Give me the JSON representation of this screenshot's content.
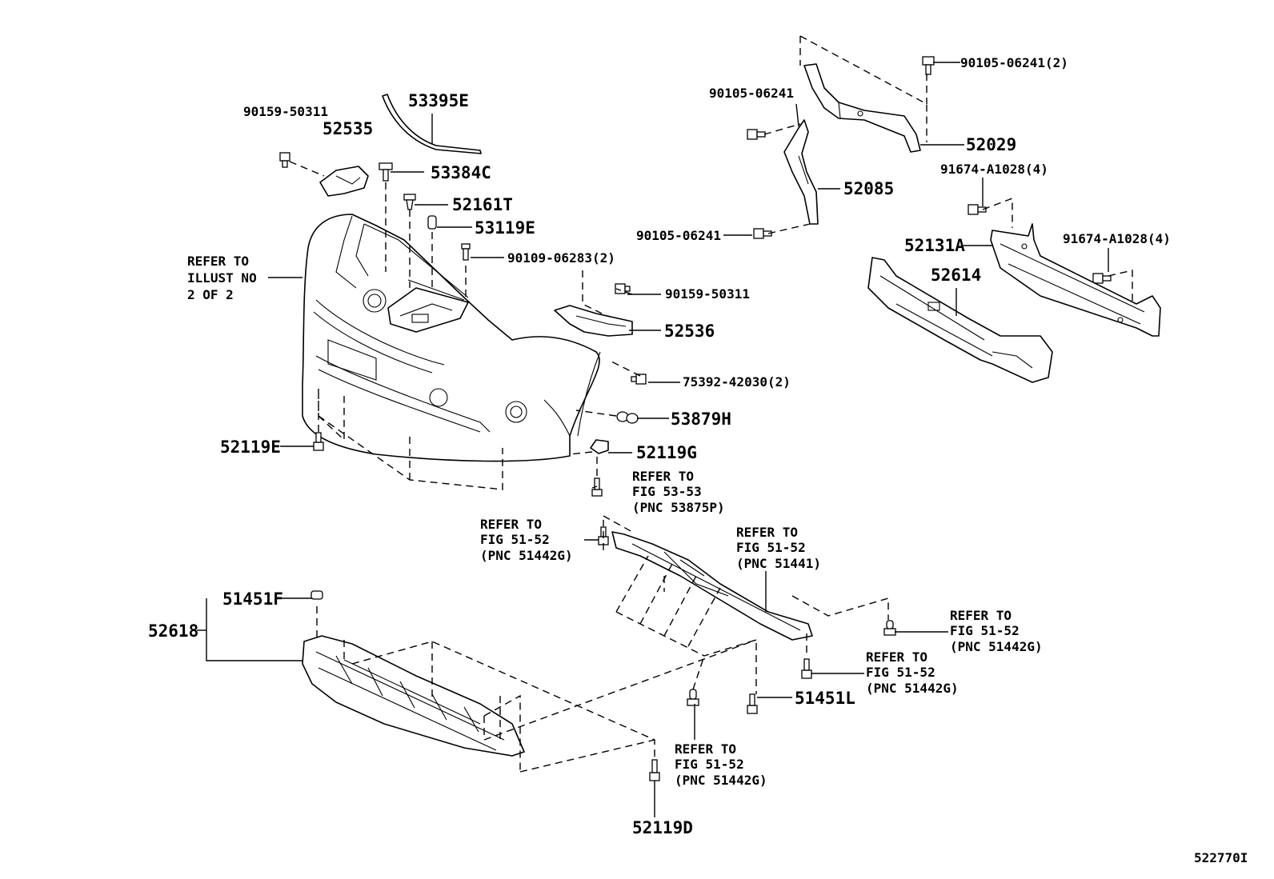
{
  "diagram_id": "522770I",
  "labels": {
    "p53395E": "53395E",
    "p90159_50311_a": "90159-50311",
    "p52535": "52535",
    "p53384C": "53384C",
    "p52161T": "52161T",
    "p53119E": "53119E",
    "p90109_06283": "90109-06283(2)",
    "p90159_50311_b": "90159-50311",
    "p52536": "52536",
    "p75392_42030": "75392-42030(2)",
    "p53879H": "53879H",
    "p52119G": "52119G",
    "p52119E": "52119E",
    "p90105_06241_a": "90105-06241(2)",
    "p90105_06241_b": "90105-06241",
    "p52029": "52029",
    "p52085": "52085",
    "p90105_06241_c": "90105-06241",
    "p91674_A1028_a": "91674-A1028(4)",
    "p91674_A1028_b": "91674-A1028(4)",
    "p52131A": "52131A",
    "p52614": "52614",
    "p51451F": "51451F",
    "p52618": "52618",
    "p51451L": "51451L",
    "p52119D": "52119D"
  },
  "refer_illust": [
    "REFER TO",
    "ILLUST NO",
    "2 OF 2"
  ],
  "refer_53875P": [
    "REFER TO",
    "FIG 53-53",
    "(PNC 53875P)"
  ],
  "refer_51442G_left": [
    "REFER TO",
    "FIG 51-52",
    "(PNC 51442G)"
  ],
  "refer_51441": [
    "REFER TO",
    "FIG 51-52",
    "(PNC 51441)"
  ],
  "refer_51442G_right_top": [
    "REFER TO",
    "FIG 51-52",
    "(PNC 51442G)"
  ],
  "refer_51442G_right_mid": [
    "REFER TO",
    "FIG 51-52",
    "(PNC 51442G)"
  ],
  "refer_51442G_bottom": [
    "REFER TO",
    "FIG 51-52",
    "(PNC 51442G)"
  ]
}
